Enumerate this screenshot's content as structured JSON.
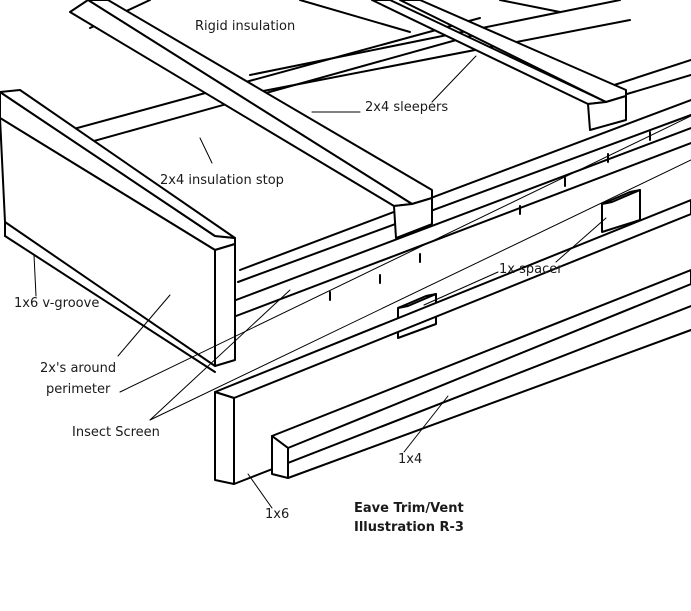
{
  "labels": {
    "rigid_insulation": "Rigid insulation",
    "sleepers": "2x4 sleepers",
    "insulation_stop": "2x4 insulation stop",
    "vgroove": "1x6 v-groove",
    "spacer": "1x spacer",
    "perimeter_line1": "2x's around",
    "perimeter_line2": "perimeter",
    "insect_screen": "Insect Screen",
    "trim_1x4": "1x4",
    "trim_1x6": "1x6"
  },
  "caption": {
    "line1": "Eave Trim/Vent",
    "line2": "Illustration R-3"
  }
}
